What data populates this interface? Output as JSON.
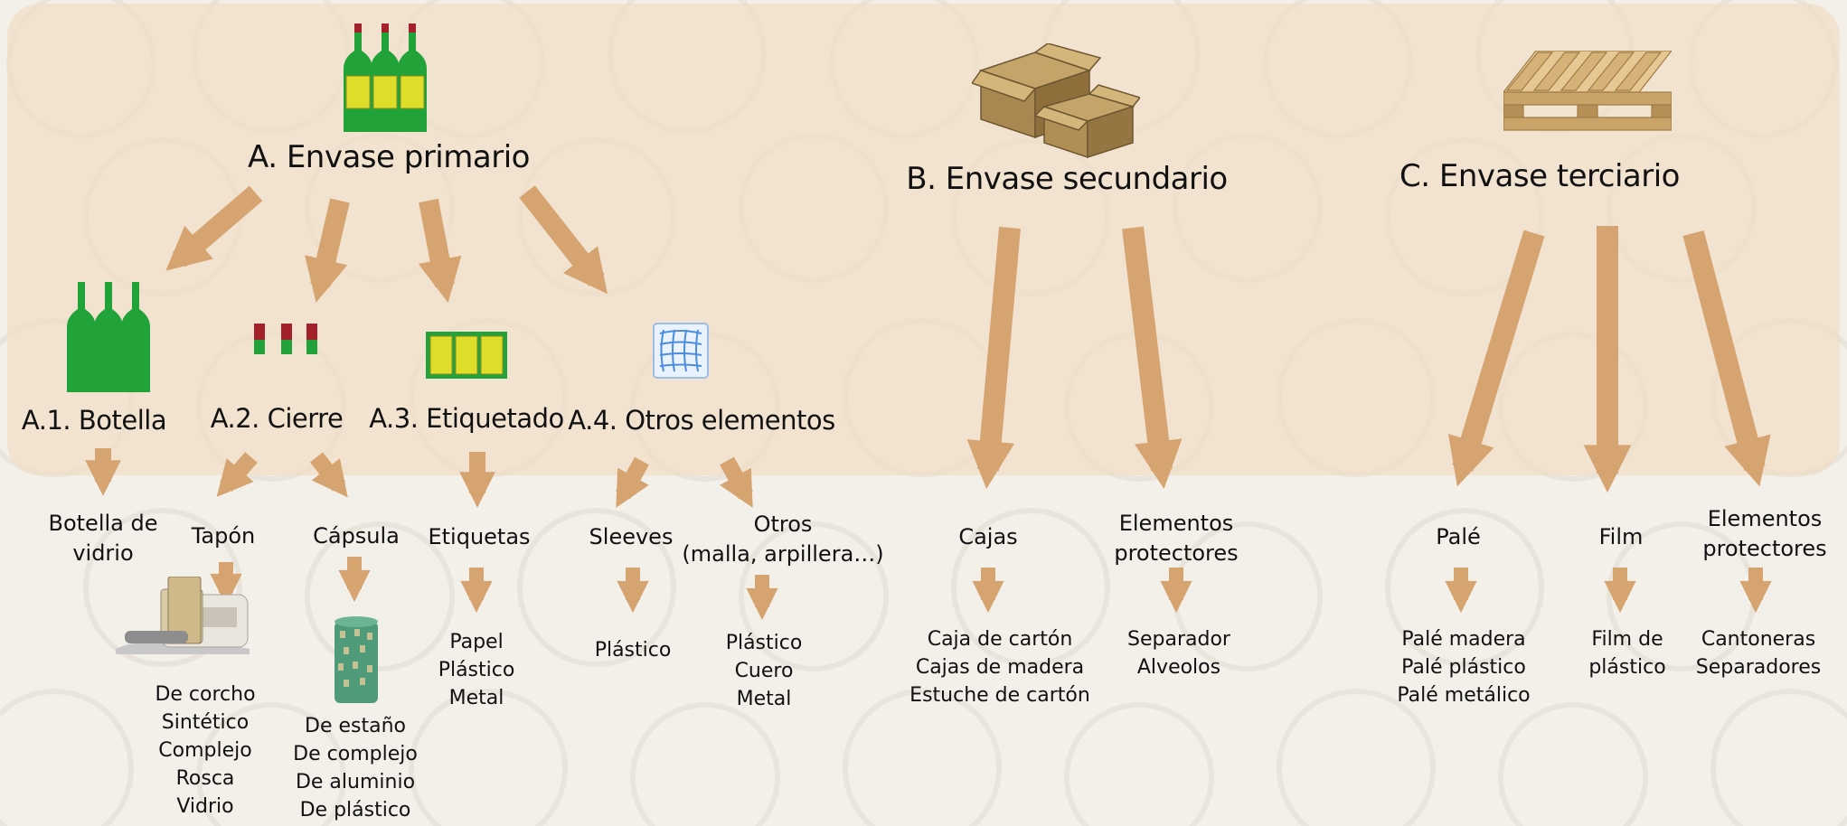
{
  "colors": {
    "arrow": "#d5a470",
    "panel": "#f1dec8",
    "bottle_green": "#22a33a",
    "label_yellow": "#dede2a",
    "cap_red": "#a3212b",
    "mesh_blue": "#4a8de0",
    "box_brown": "#a88850",
    "pallet_tan": "#d6b278"
  },
  "icons": [
    "wine-bottles",
    "cardboard-boxes",
    "wooden-pallet",
    "three-bottles",
    "bottle-caps",
    "yellow-labels",
    "mesh-net",
    "cork-stoppers",
    "tin-capsule"
  ],
  "primary": {
    "title": "A. Envase primario",
    "children": [
      {
        "title": "A.1. Botella",
        "items": [
          {
            "name": "Botella de\nvidrio",
            "materials": ""
          }
        ]
      },
      {
        "title": "A.2. Cierre",
        "items": [
          {
            "name": "Tapón",
            "materials": "De corcho\nSintético\nComplejo\nRosca\nVidrio"
          },
          {
            "name": "Cápsula",
            "materials": "De estaño\nDe complejo\nDe aluminio\nDe plástico"
          }
        ]
      },
      {
        "title": "A.3. Etiquetado",
        "items": [
          {
            "name": "Etiquetas",
            "materials": "Papel\nPlástico\nMetal"
          }
        ]
      },
      {
        "title": "A.4. Otros elementos",
        "items": [
          {
            "name": "Sleeves",
            "materials": "Plástico"
          },
          {
            "name": "Otros\n(malla, arpillera…)",
            "materials": "Plástico\nCuero\nMetal"
          }
        ]
      }
    ]
  },
  "secondary": {
    "title": "B. Envase secundario",
    "items": [
      {
        "name": "Cajas",
        "materials": "Caja de cartón\nCajas de madera\nEstuche de cartón"
      },
      {
        "name": "Elementos\n protectores",
        "materials": "Separador\nAlveolos"
      }
    ]
  },
  "tertiary": {
    "title": "C. Envase terciario",
    "items": [
      {
        "name": "Palé",
        "materials": "Palé madera\nPalé plástico\nPalé metálico"
      },
      {
        "name": "Film",
        "materials": "Film de\nplástico"
      },
      {
        "name": "Elementos\n protectores",
        "materials": "Cantoneras\nSeparadores"
      }
    ]
  }
}
